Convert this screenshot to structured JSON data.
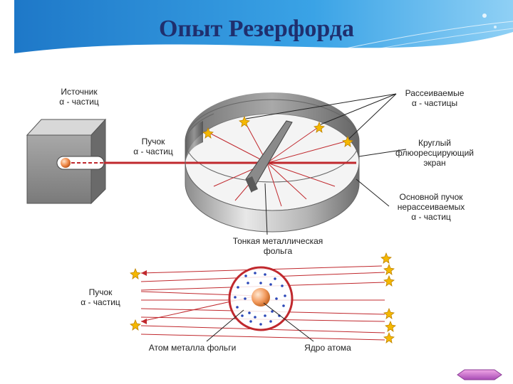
{
  "slide": {
    "title": "Опыт Резерфорда"
  },
  "labels": {
    "source_line1": "Источник",
    "source_line2": "α - частиц",
    "beam_top_line1": "Пучок",
    "beam_top_line2": "α - частиц",
    "scattered_line1": "Рассеиваемые",
    "scattered_line2": "α - частицы",
    "screen_line1": "Круглый",
    "screen_line2": "флюоресцирующий",
    "screen_line3": "экран",
    "main_beam_line1": "Основной пучок",
    "main_beam_line2": "нерассеиваемых",
    "main_beam_line3": "α - частиц",
    "foil_line1": "Тонкая металлическая",
    "foil_line2": "фольга",
    "beam_bottom_line1": "Пучок",
    "beam_bottom_line2": "α - частиц",
    "atom_label": "Атом металла фольги",
    "nucleus_label": "Ядро атома"
  },
  "colors": {
    "title": "#1f2f6e",
    "header_blue": "#2a8fd6",
    "beam_red": "#c0282d",
    "atom_ring": "#c0282d",
    "electron_blue": "#2b47b8",
    "star_yellow": "#f5b800"
  },
  "icons": {
    "nav": "purple-arrow-nav-icon",
    "flash": "yellow-star-flash-icon"
  }
}
